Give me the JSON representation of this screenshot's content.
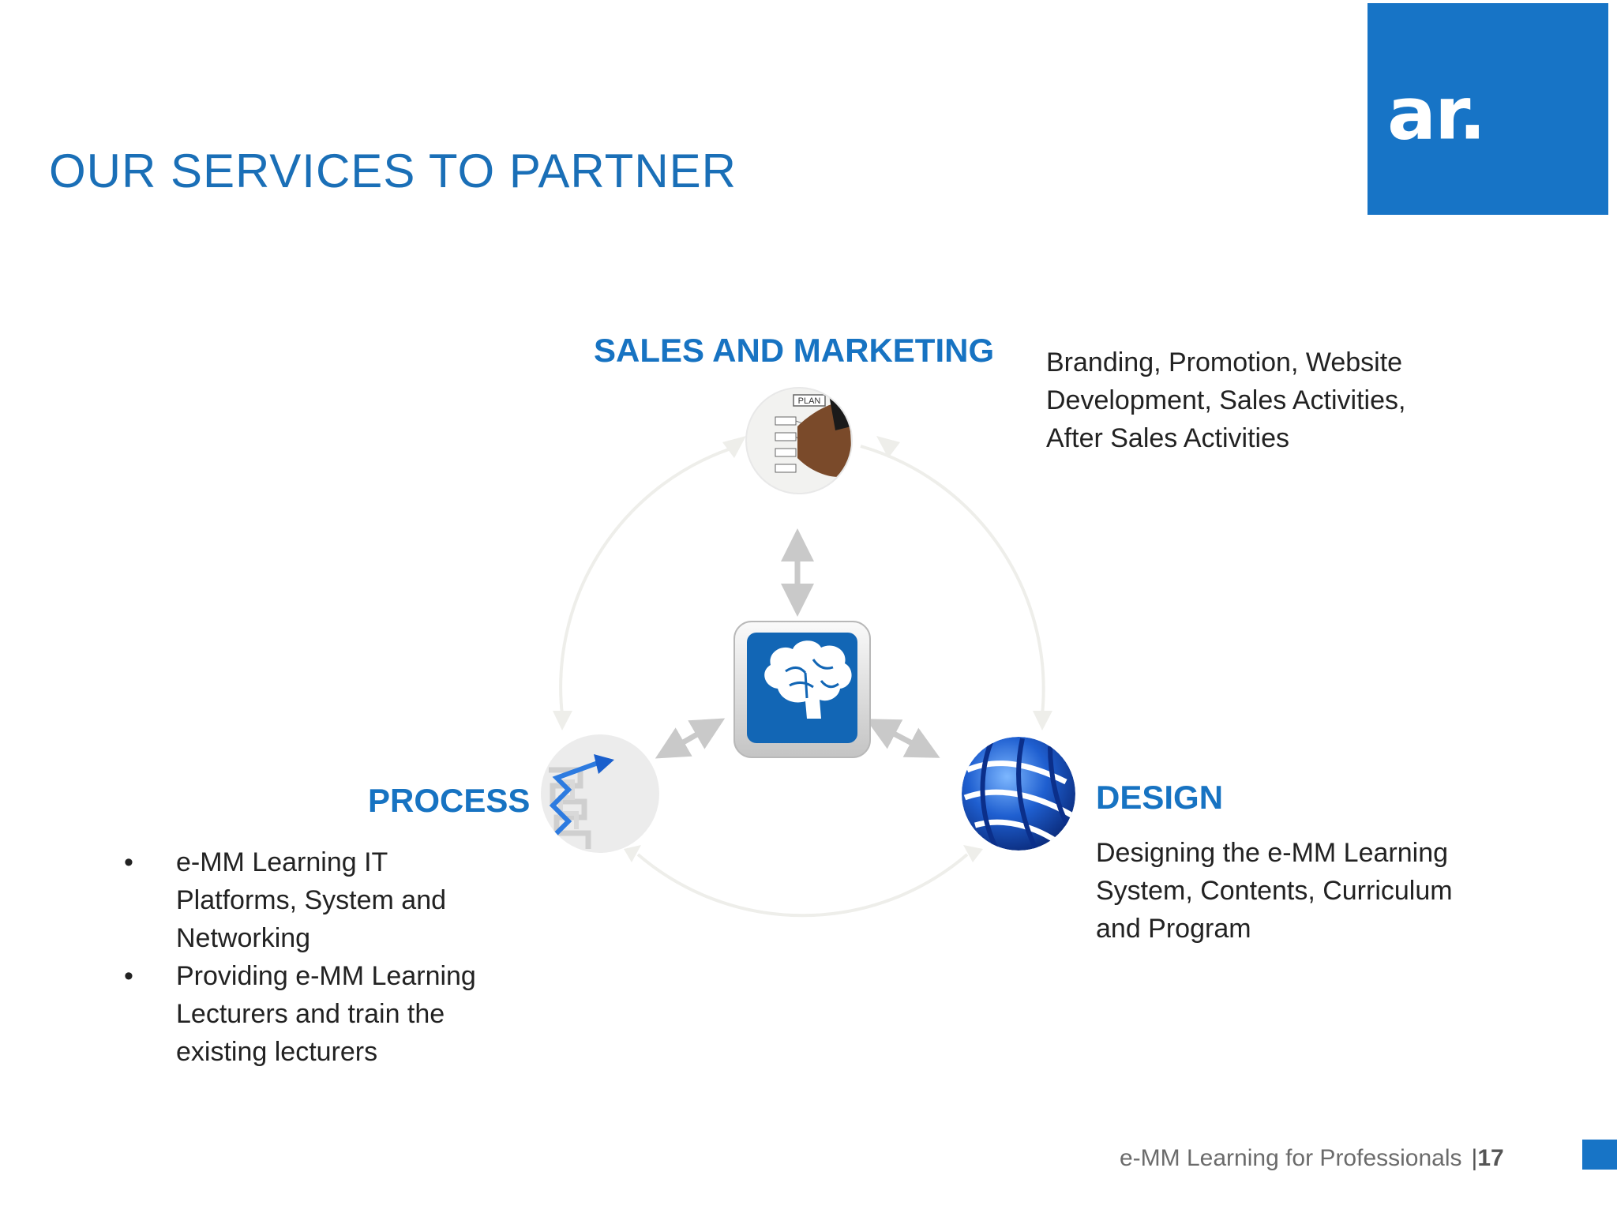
{
  "slide": {
    "title": "OUR SERVICES TO PARTNER",
    "logo_text": "ar."
  },
  "sales_marketing": {
    "heading": "SALES AND  MARKETING",
    "lines": [
      "Branding, Promotion, Website",
      "Development, Sales Activities,",
      "After Sales Activities"
    ],
    "image_text": "PLAN"
  },
  "process": {
    "heading": "PROCESS",
    "bullets": [
      [
        "e-MM Learning IT",
        "Platforms, System and",
        "Networking"
      ],
      [
        "Providing e-MM Learning",
        "Lecturers and train the",
        "existing lecturers"
      ]
    ]
  },
  "design": {
    "heading": "DESIGN",
    "lines": [
      "Designing the e-MM Learning",
      "System, Contents, Curriculum",
      "and Program"
    ]
  },
  "footer": {
    "text": "e-MM Learning for Professionals",
    "separator": "|",
    "page": "17"
  },
  "colors": {
    "brand": "#1774c6",
    "title": "#1a6fb7",
    "heading": "#1773c2"
  },
  "icons": [
    "brain-icon",
    "plan-whiteboard-image",
    "maze-arrow-image",
    "globe-icon"
  ]
}
